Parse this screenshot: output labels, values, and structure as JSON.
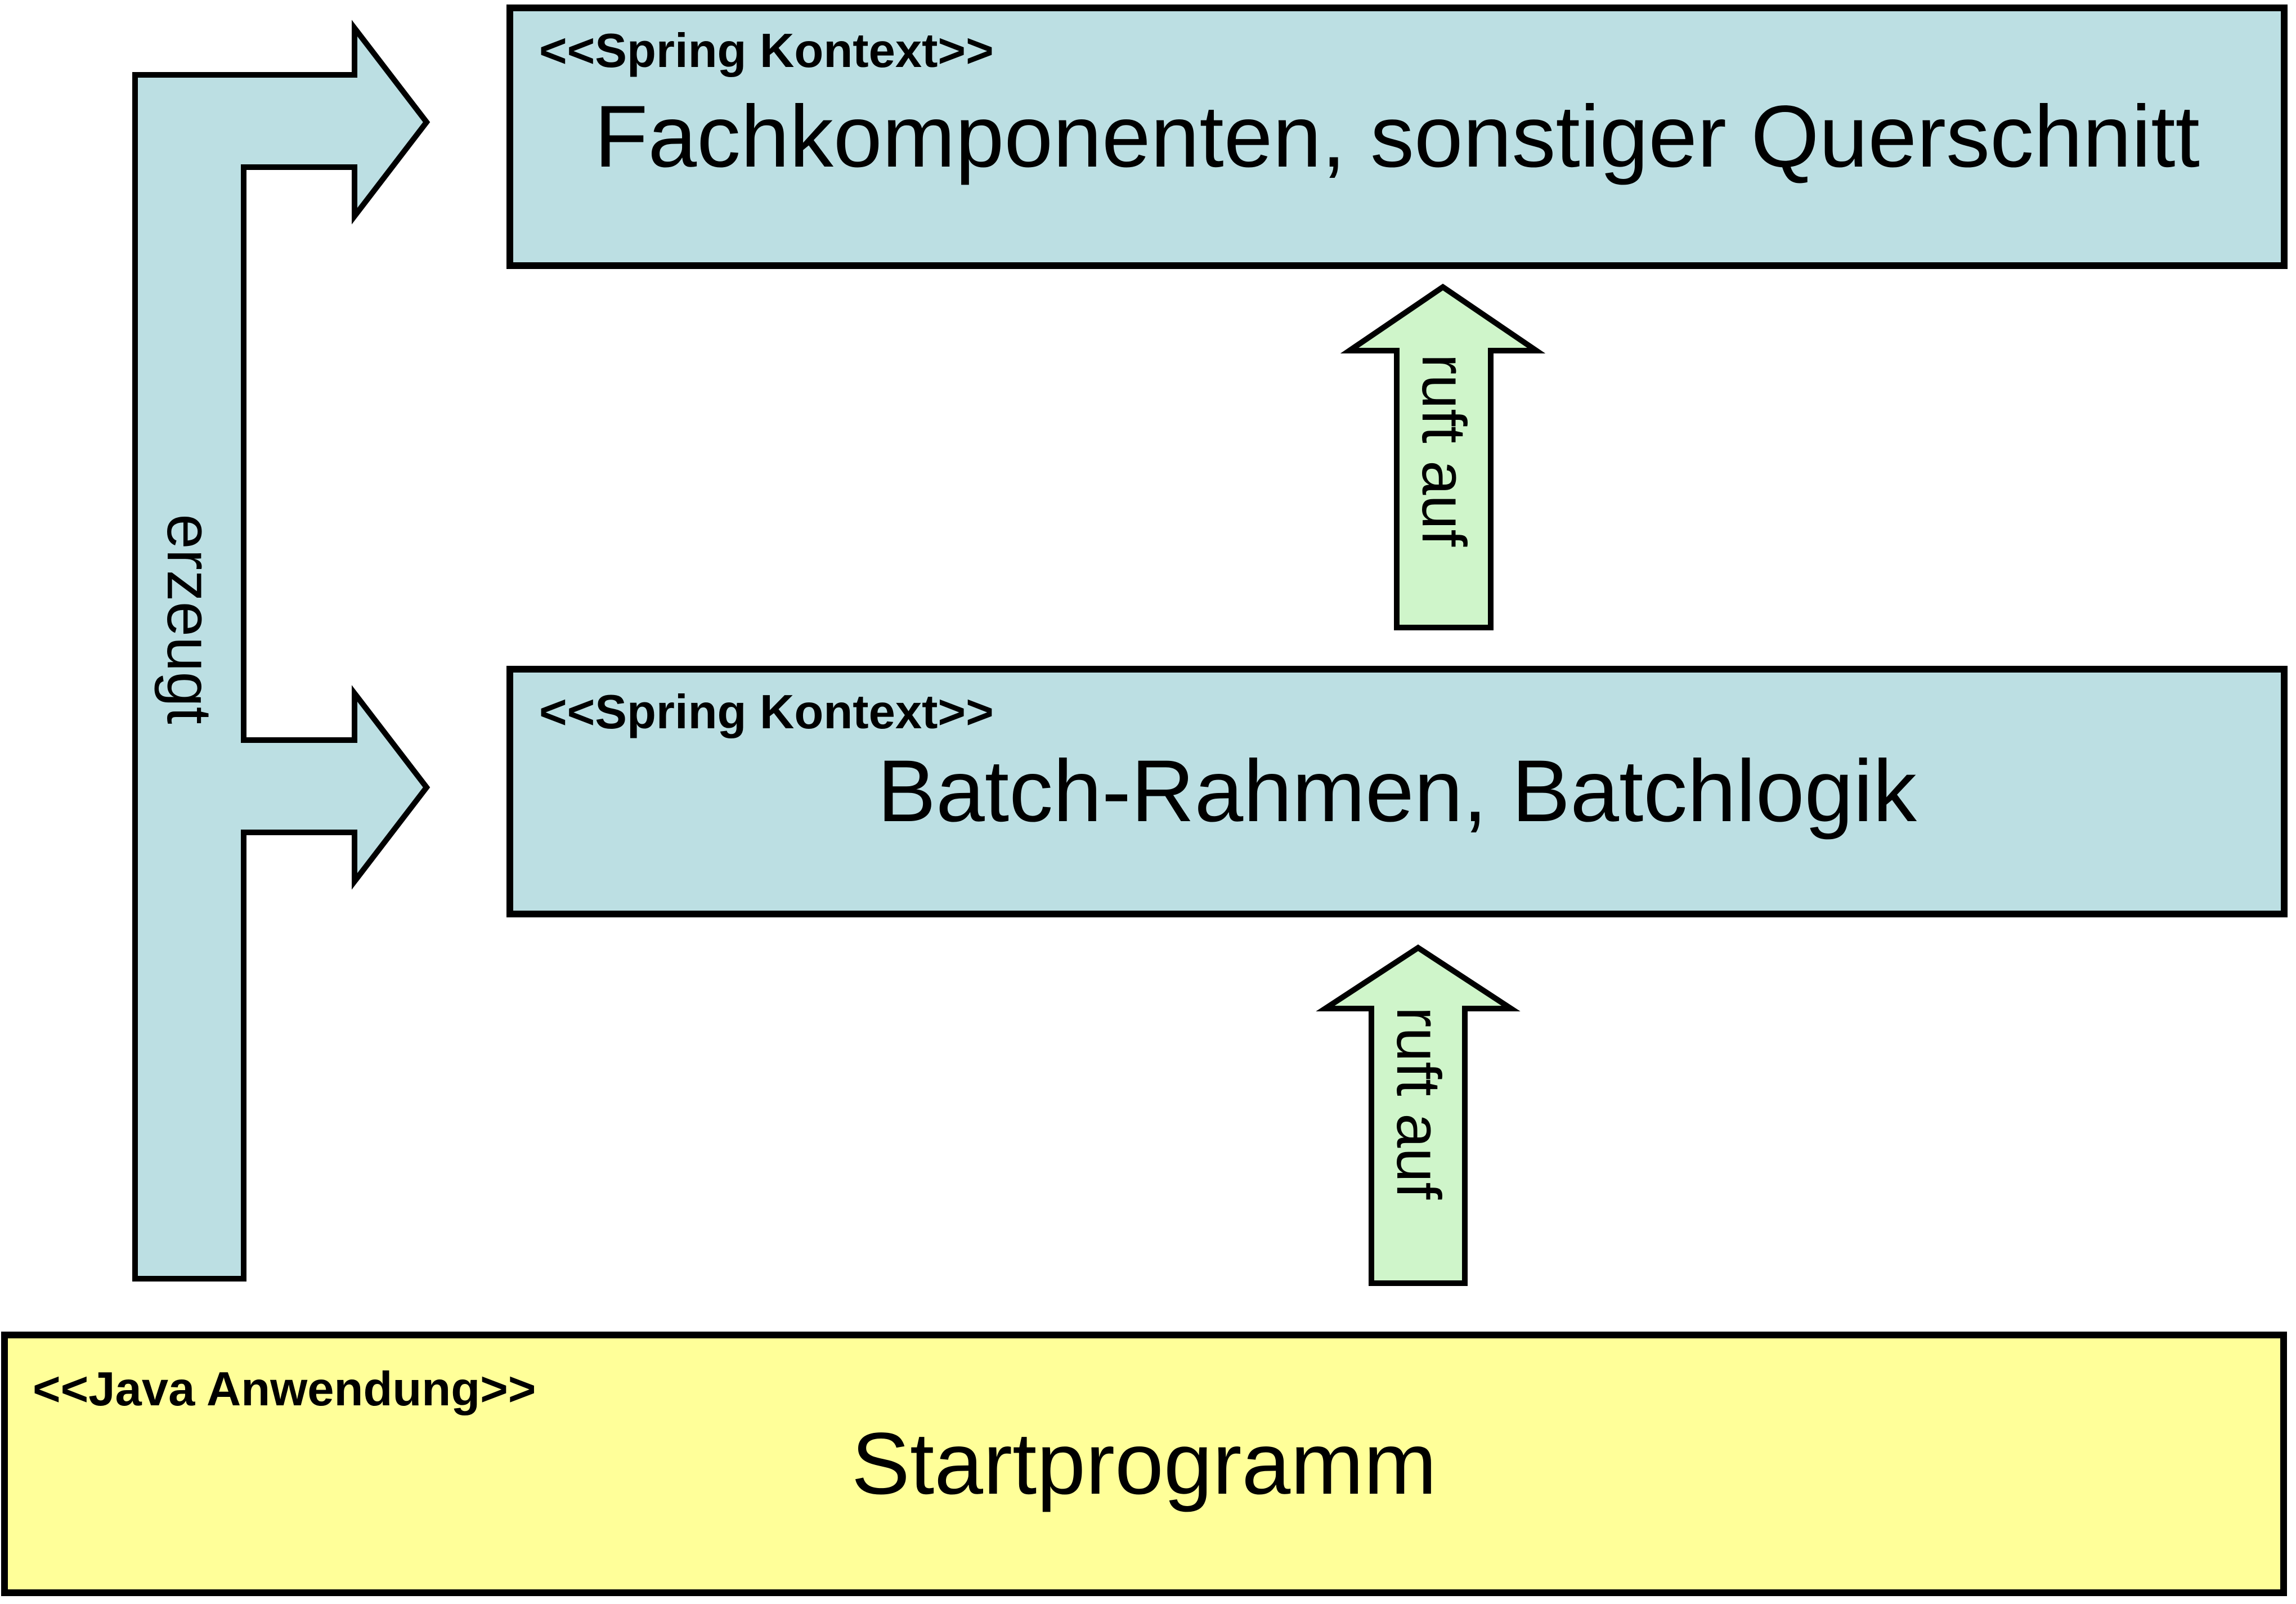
{
  "colors": {
    "background": "#ffffff",
    "box_blue": "#bcdfe3",
    "box_yellow": "#ffff99",
    "arrow_green": "#cff5ca",
    "border": "#000000"
  },
  "boxes": {
    "top": {
      "stereotype": "<<Spring Kontext>>",
      "title": "Fachkomponenten, sonstiger Querschnitt"
    },
    "middle": {
      "stereotype": "<<Spring Kontext>>",
      "title": "Batch-Rahmen, Batchlogik"
    },
    "bottom": {
      "stereotype": "<<Java Anwendung>>",
      "title": "Startprogramm"
    }
  },
  "arrows": {
    "erzeugt": {
      "label": "erzeugt"
    },
    "ruft_auf_upper": {
      "label": "ruft auf"
    },
    "ruft_auf_lower": {
      "label": "ruft auf"
    }
  }
}
